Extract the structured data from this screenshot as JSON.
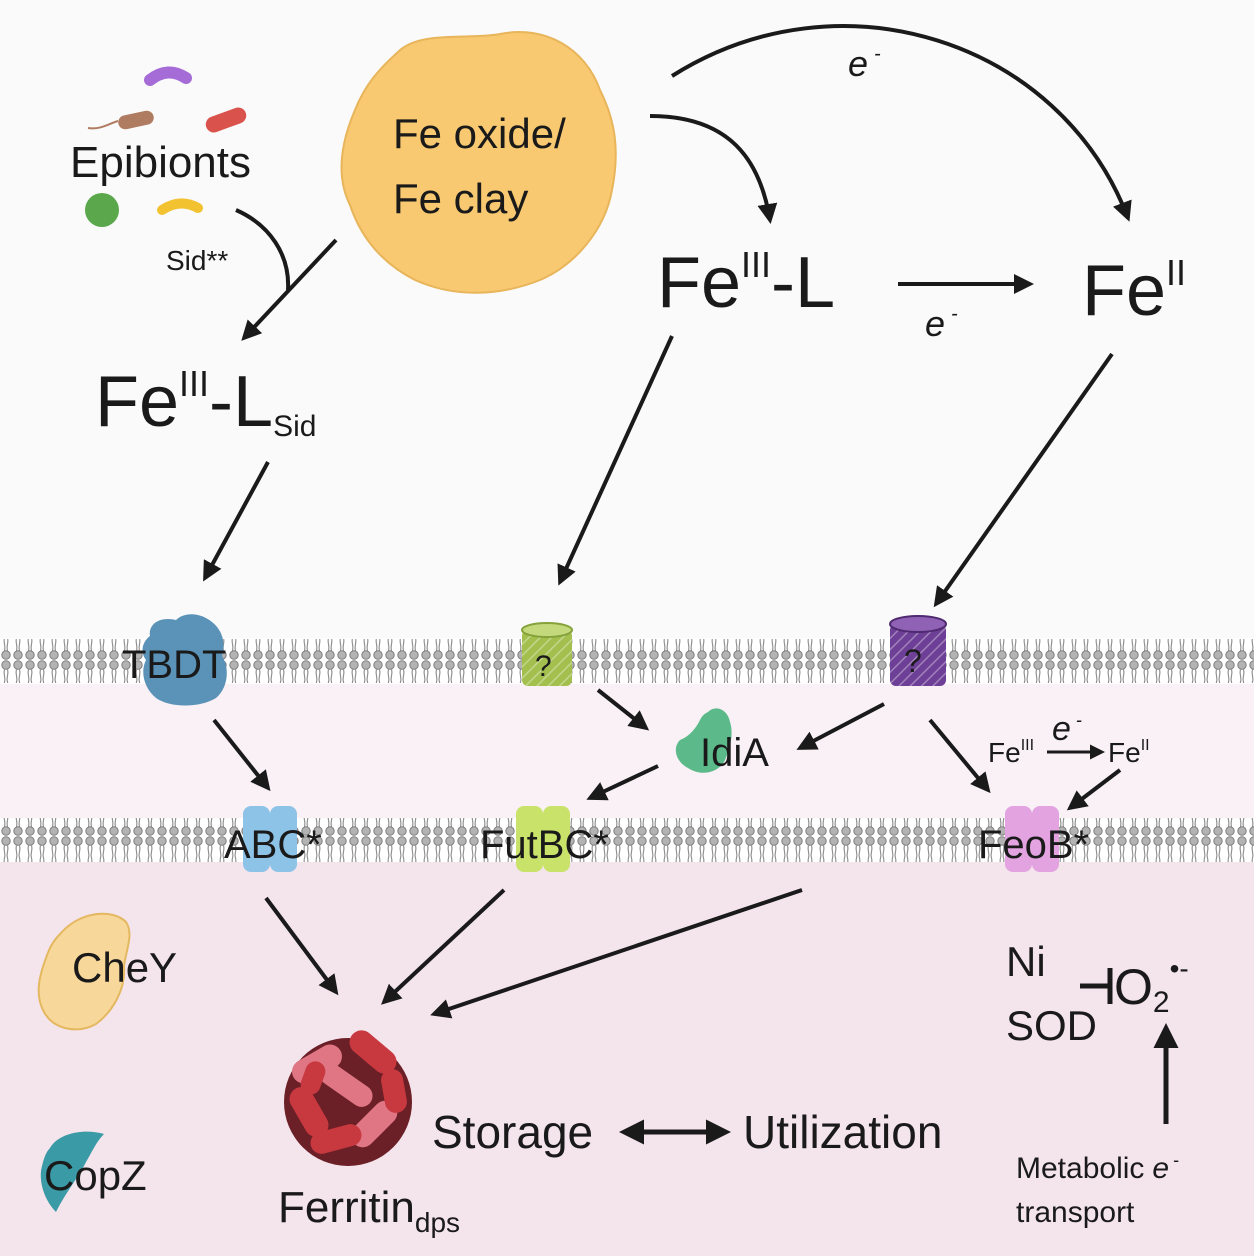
{
  "labels": {
    "epibionts": "Epibionts",
    "sid": "Sid**",
    "fe_oxide_line1": "Fe oxide/",
    "fe_oxide_line2": "Fe clay",
    "electron_top": "e",
    "electron_mid": "e",
    "electron_small": "e",
    "electron_metabolic": "e",
    "electron_sup": "-",
    "fe3L_base": "Fe",
    "fe3L_sup": "III",
    "fe3L_tail": "-L",
    "fe2_base": "Fe",
    "fe2_sup": "II",
    "fe3Lsid_base": "Fe",
    "fe3Lsid_sup": "III",
    "fe3Lsid_tail": "-L",
    "fe3Lsid_sub": "Sid",
    "tbdt": "TBDT",
    "unknown_transporter": "?",
    "idia": "IdiA",
    "abc": "ABC*",
    "futbc": "FutBC*",
    "feob": "FeoB*",
    "fe3_small_base": "Fe",
    "fe3_small_sup": "III",
    "fe2_small_base": "Fe",
    "fe2_small_sup": "II",
    "chey": "CheY",
    "copz": "CopZ",
    "ferritin_base": "Ferritin",
    "ferritin_sub": "dps",
    "storage": "Storage",
    "utilization": "Utilization",
    "ni": "Ni",
    "sod": "SOD",
    "o2_base": "O",
    "o2_sub": "2",
    "o2_sup": "•-",
    "metabolic_line1": "Metabolic",
    "metabolic_line2": "transport"
  },
  "colors": {
    "extracellular_bg": "#fafafb",
    "periplasm_bg": "#f9f1f5",
    "cytoplasm_bg": "#f4e4ec",
    "membrane": "#9b9b9b",
    "arrow": "#1a1a1a",
    "fe_oxide": "#f8c971",
    "tbdt": "#5b93b8",
    "unknown_green": "#a3c04f",
    "unknown_purple": "#6e3f96",
    "idia": "#5cba8a",
    "abc": "#8ec3e8",
    "futbc": "#c9e36a",
    "feob": "#e2a3e0",
    "chey": "#f8d89a",
    "copz": "#3a9aa6",
    "ferritin_red": "#c8383f",
    "ferritin_pink": "#e07684",
    "ferritin_dark": "#6b1f27",
    "epibiont_purple": "#a56bd6",
    "epibiont_brown": "#b07c61",
    "epibiont_red": "#d9524b",
    "epibiont_green": "#5aa84b",
    "epibiont_yellow": "#f2c230"
  }
}
